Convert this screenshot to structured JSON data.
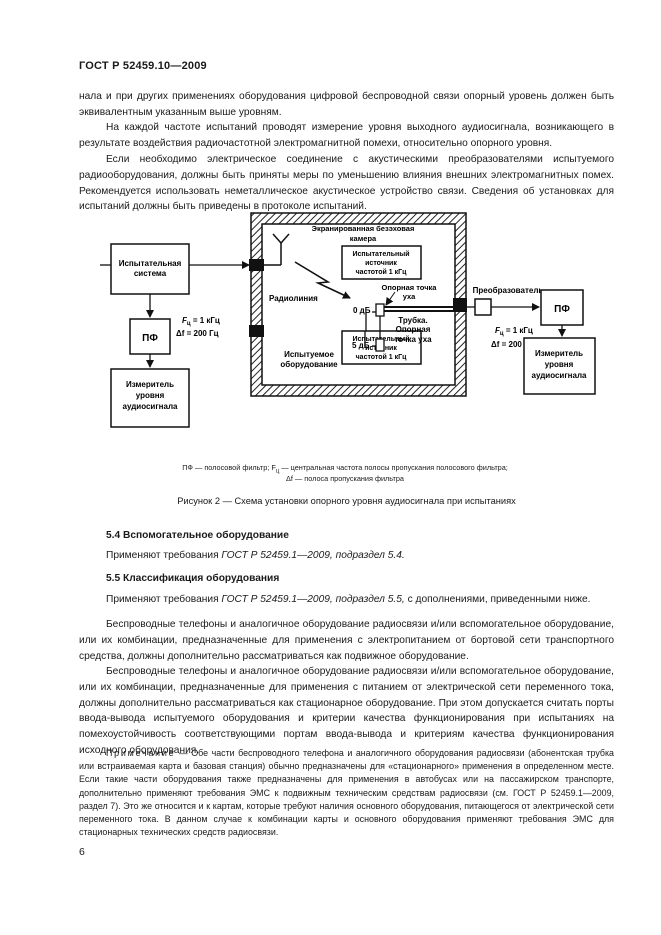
{
  "header": {
    "doc_id": "ГОСТ Р 52459.10—2009"
  },
  "intro": {
    "p1": "нала и при других применениях оборудования цифровой беспроводной связи опорный уровень должен быть эквивалентным указанным выше уровням.",
    "p2": "На каждой частоте испытаний проводят измерение уровня выходного аудиосигнала, возникающего в результате воздействия радиочастотной электромагнитной помехи, относительно опорного уровня.",
    "p3": "Если необходимо электрическое соединение с акустическими преобразователями испытуемого радиооборудования, должны быть приняты меры по уменьшению влияния внешних электромагнитных помех. Рекомендуется использовать неметаллическое акустическое устройство связи. Сведения об установках для испытаний должны быть приведены в протоколе испытаний."
  },
  "figure": {
    "test_system": [
      "Испытательная",
      "система"
    ],
    "bpf_left": "ПФ",
    "bpf_right": "ПФ",
    "meter_left": [
      "Измеритель",
      "уровня",
      "аудиосигнала"
    ],
    "meter_right": [
      "Измеритель",
      "уровня",
      "аудиосигнала"
    ],
    "freq_left": "F",
    "freq_sub": "ц",
    "freq_value": " = 1 кГц",
    "bw_left": "Δf = 200 Гц",
    "chamber_title": [
      "Экранированная безэховая",
      "камера"
    ],
    "source_top": [
      "Испытательный",
      "источник",
      "частотой 1 кГц"
    ],
    "source_bottom": [
      "Испытательный",
      "источник",
      "частотой 1 кГц"
    ],
    "radiolink": "Радиолиния",
    "eut": [
      "Испытуемое",
      "оборудование"
    ],
    "ref_point_ear": [
      "Опорная точка",
      "уха"
    ],
    "zero_db": "0 дБ",
    "five_db": "5 дБ",
    "handset": "Трубка.",
    "ref_point_ear2": [
      "Опорная",
      "точка уха"
    ],
    "transducer": "Преобразователь",
    "legend_line1": "ПФ — полосовой фильтр; F",
    "legend_sub": "ц",
    "legend_line1_rest": " — центральная частота полосы пропускания полосового фильтра;",
    "legend_line2": "Δf — полоса пропускания фильтра",
    "caption": "Рисунок 2 — Схема установки опорного уровня аудиосигнала при испытаниях"
  },
  "section54": {
    "heading": "5.4 Вспомогательное оборудование",
    "text_pre": "Применяют требования ",
    "text_ref": "ГОСТ Р 52459.1—2009, подраздел 5.4."
  },
  "section55": {
    "heading": "5.5 Классификация оборудования",
    "text_pre": "Применяют требования ",
    "text_ref": "ГОСТ Р 52459.1—2009, подраздел 5.5,",
    "text_post": " с дополнениями, приведенными ниже.",
    "p2": "Беспроводные телефоны и аналогичное оборудование радиосвязи и/или вспомогательное оборудование, или их комбинации, предназначенные для применения с электропитанием от бортовой сети транспортного средства, должны дополнительно рассматриваться как подвижное оборудование.",
    "p3": "Беспроводные телефоны и аналогичное оборудование радиосвязи и/или вспомогательное оборудование, или их комбинации, предназначенные для применения с питанием от электрической сети переменного тока, должны дополнительно рассматриваться как стационарное оборудование. При этом допускается считать порты ввода-вывода испытуемого оборудования и критерии качества функционирования при испытаниях на помехоустойчивость соответствующими портам ввода-вывода и критериям качества функционирования исходного оборудования."
  },
  "note": {
    "label": "Примечание",
    "text": " — Обе части беспроводного телефона и аналогичного оборудования радиосвязи (абонентская трубка или встраиваемая карта и базовая станция) обычно предназначены для «стационарного» применения в определенном месте. Если такие части оборудования также предназначены для применения в автобусах или на пассажирском транспорте, дополнительно применяют требования ЭМС к подвижным техническим средствам радиосвязи (см. ГОСТ Р 52459.1—2009, раздел 7). Это же относится и к картам, которые требуют наличия основного оборудования, питающегося от электрической сети переменного тока. В данном случае к комбинации карты и основного оборудования применяют требования ЭМС для стационарных технических средств радиосвязи."
  },
  "page_number": "6"
}
